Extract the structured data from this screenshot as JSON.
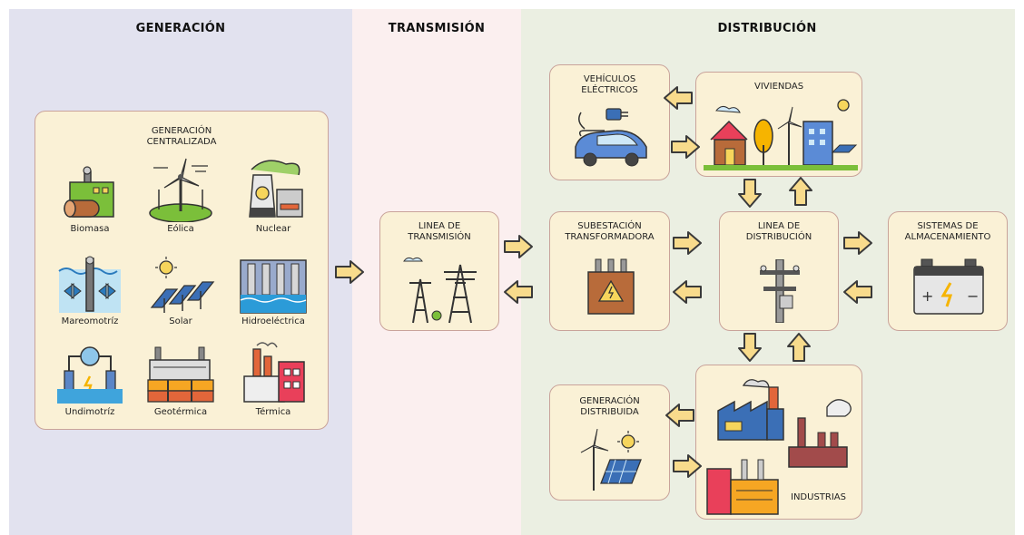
{
  "zones": {
    "generation": "GENERACIÓN",
    "transmission": "TRANSMISIÓN",
    "distribution": "DISTRIBUCIÓN"
  },
  "centralized": {
    "title": "GENERACIÓN\nCENTRALIZADA",
    "items": [
      {
        "label": "Biomasa",
        "icon": "biomass-icon"
      },
      {
        "label": "Eólica",
        "icon": "wind-icon"
      },
      {
        "label": "Nuclear",
        "icon": "nuclear-icon"
      },
      {
        "label": "Mareomotríz",
        "icon": "tidal-icon"
      },
      {
        "label": "Solar",
        "icon": "solar-icon"
      },
      {
        "label": "Hidroeléctrica",
        "icon": "hydro-icon"
      },
      {
        "label": "Undimotríz",
        "icon": "wave-icon"
      },
      {
        "label": "Geotérmica",
        "icon": "geothermal-icon"
      },
      {
        "label": "Térmica",
        "icon": "thermal-icon"
      }
    ]
  },
  "transmission_line": "LINEA DE TRANSMISIÓN",
  "substation": "SUBESTACIÓN TRANSFORMADORA",
  "distribution_line": "LINEA DE DISTRIBUCIÓN",
  "storage": "SISTEMAS DE ALMACENAMIENTO",
  "vehicles": "VEHÍCULOS ELÉCTRICOS",
  "homes": "VIVIENDAS",
  "distributed_generation": "GENERACIÓN DISTRIBUIDA",
  "industries": "INDUSTRIAS",
  "colors": {
    "arrow_fill": "#f8db8c",
    "arrow_stroke": "#3a3a3a",
    "box_fill": "#faf1d6",
    "box_border": "#c9a39a"
  }
}
